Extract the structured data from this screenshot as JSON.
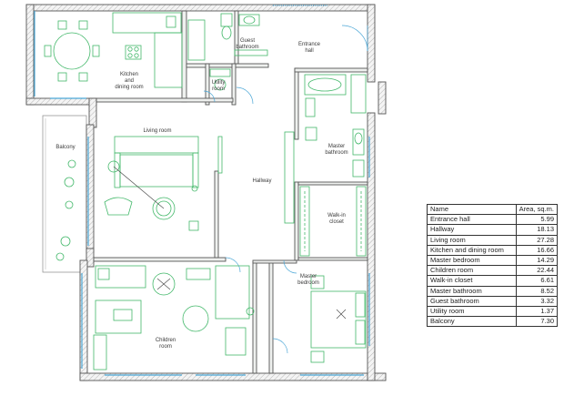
{
  "rooms": {
    "kitchen": [
      "Kitchen",
      "and",
      "dining room"
    ],
    "guest_bathroom": [
      "Guest",
      "bathroom"
    ],
    "entrance": [
      "Entrance",
      "hall"
    ],
    "utility": [
      "Utility",
      "room"
    ],
    "living": "Living room",
    "balcony": "Balcony",
    "hallway": "Hallway",
    "master_bathroom": [
      "Master",
      "bathroom"
    ],
    "walkin": [
      "Walk-in",
      "closet"
    ],
    "master_bedroom": [
      "Master",
      "bedroom"
    ],
    "children": [
      "Children",
      "room"
    ]
  },
  "legend": {
    "header": {
      "name": "Name",
      "area": "Area, sq.m."
    },
    "rows": [
      {
        "name": "Entrance hall",
        "area": "5.99"
      },
      {
        "name": "Hallway",
        "area": "18.13"
      },
      {
        "name": "Living room",
        "area": "27.28"
      },
      {
        "name": "Kitchen and dining room",
        "area": "16.66"
      },
      {
        "name": "Master bedroom",
        "area": "14.29"
      },
      {
        "name": "Children room",
        "area": "22.44"
      },
      {
        "name": "Walk-in closet",
        "area": "6.61"
      },
      {
        "name": "Master bathroom",
        "area": "8.52"
      },
      {
        "name": "Guest bathroom",
        "area": "3.32"
      },
      {
        "name": "Utility room",
        "area": "1.37"
      },
      {
        "name": "Balcony",
        "area": "7.30"
      }
    ]
  },
  "colors": {
    "furniture": "#43b86a",
    "walls": "#555555",
    "windows": "#4aa6d6"
  }
}
